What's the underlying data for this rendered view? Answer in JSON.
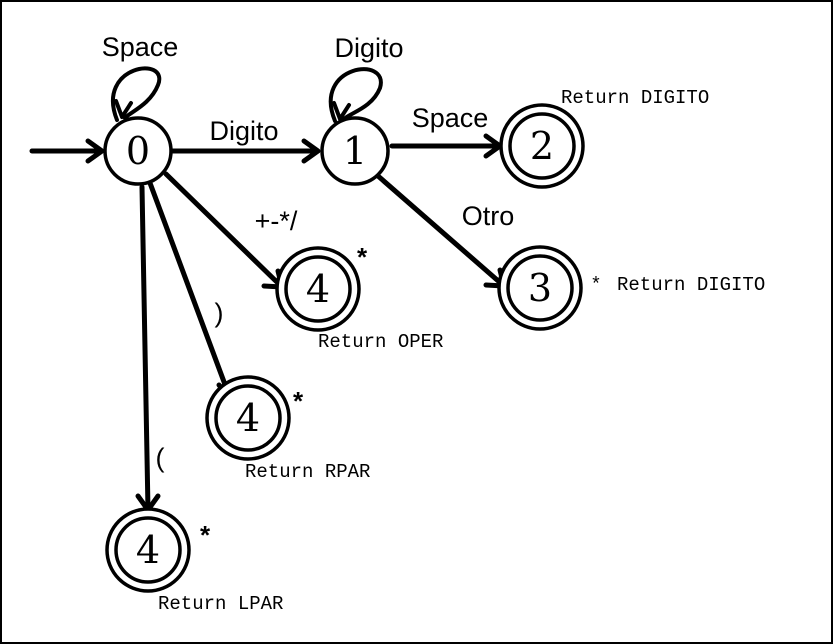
{
  "states": {
    "s0": {
      "number": "0"
    },
    "s1": {
      "number": "1"
    },
    "s2": {
      "number": "2",
      "action": "Return DIGITO"
    },
    "s3": {
      "number": "3",
      "marker": "*",
      "action": "Return DIGITO"
    },
    "s4_oper": {
      "number": "4",
      "marker": "*",
      "action": "Return OPER"
    },
    "s4_rpar": {
      "number": "4",
      "marker": "*",
      "action": "Return RPAR"
    },
    "s4_lpar": {
      "number": "4",
      "marker": "*",
      "action": "Return LPAR"
    }
  },
  "transitions": {
    "loop_0": "Space",
    "loop_1": "Digito",
    "t_0_1": "Digito",
    "t_1_2": "Space",
    "t_1_3": "Otro",
    "t_0_oper": "+-*/",
    "t_0_rpar": ")",
    "t_0_lpar": "("
  }
}
